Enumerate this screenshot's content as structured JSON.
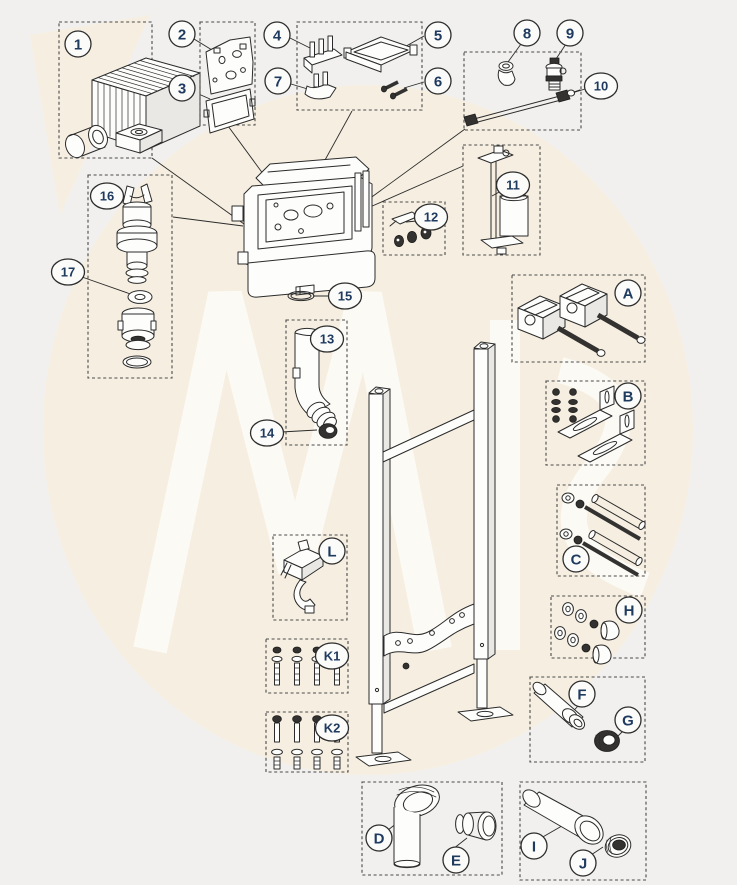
{
  "diagram": {
    "callouts": {
      "n1": "1",
      "n2": "2",
      "n3": "3",
      "n4": "4",
      "n5": "5",
      "n6": "6",
      "n7": "7",
      "n8": "8",
      "n9": "9",
      "n10": "10",
      "n11": "11",
      "n12": "12",
      "n13": "13",
      "n14": "14",
      "n15": "15",
      "n16": "16",
      "n17": "17",
      "la": "A",
      "lb": "B",
      "lc": "C",
      "ld": "D",
      "le": "E",
      "lf": "F",
      "lg": "G",
      "lh": "H",
      "li": "I",
      "lj": "J",
      "lk1": "K1",
      "lk2": "K2",
      "ll": "L"
    },
    "colors": {
      "background": "#f1f0ee",
      "watermark": "#f6efe1",
      "watermark_letters": "#fcfaf4",
      "line": "#2b2b2b",
      "label_text": "#1e3a5f"
    }
  }
}
